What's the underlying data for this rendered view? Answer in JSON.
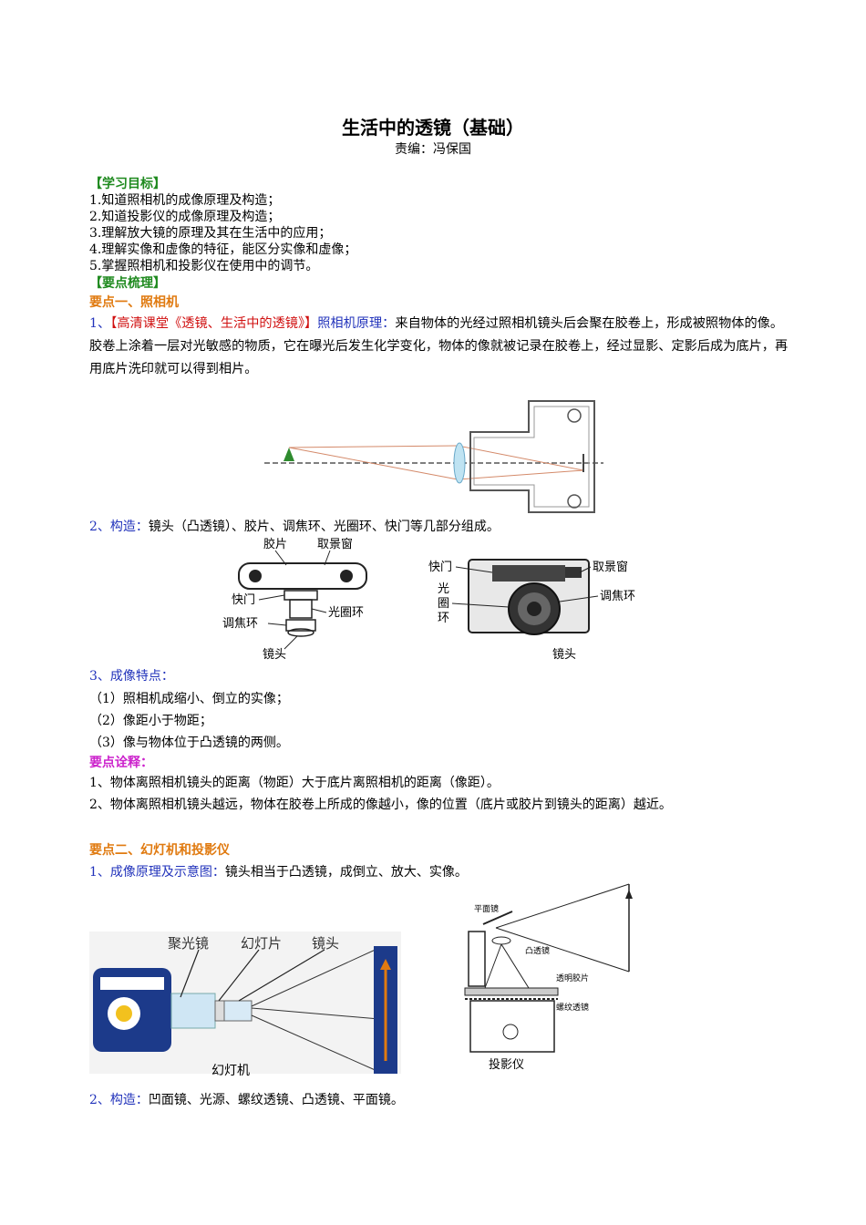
{
  "title": "生活中的透镜（基础）",
  "editor": "责编：冯保国",
  "goals": {
    "heading": "【学习目标】",
    "items": [
      "1.知道照相机的成像原理及构造；",
      "2.知道投影仪的成像原理及构造；",
      "3.理解放大镜的原理及其在生活中的应用；",
      "4.理解实像和虚像的特征，能区分实像和虚像；",
      "5.掌握照相机和投影仪在使用中的调节。"
    ]
  },
  "summary_heading": "【要点梳理】",
  "point1": {
    "heading": "要点一、照相机",
    "item1": {
      "num": "1、",
      "link_open": "【",
      "link": "高清课堂《透镜、生活中的透镜》",
      "link_close": "】",
      "label": "照相机原理：",
      "text": "来自物体的光经过照相机镜头后会聚在胶卷上，形成被照物体的像。胶卷上涂着一层对光敏感的物质，它在曝光后发生化学变化，物体的像就被记录在胶卷上，经过显影、定影后成为底片，再用底片洗印就可以得到相片。"
    },
    "item2": {
      "label": "2、构造：",
      "text": "镜头（凸透镜）、胶片、调焦环、光圈环、快门等几部分组成。"
    },
    "diagram_left": {
      "film": "胶片",
      "viewfinder": "取景窗",
      "shutter": "快门",
      "aperture": "光圈环",
      "focus": "调焦环",
      "lens": "镜头"
    },
    "diagram_right": {
      "shutter": "快门",
      "aperture": "光圈环",
      "viewfinder": "取景窗",
      "focus": "调焦环",
      "lens": "镜头"
    },
    "item3": {
      "label": "3、成像特点：",
      "lines": [
        "（1）照相机成缩小、倒立的实像；",
        "（2）像距小于物距；",
        "（3）像与物体位于凸透镜的两侧。"
      ]
    },
    "notes": {
      "heading": "要点诠释：",
      "lines": [
        "1、物体离照相机镜头的距离（物距）大于底片离照相机的距离（像距）。",
        "2、物体离照相机镜头越远，物体在胶卷上所成的像越小，像的位置（底片或胶片到镜头的距离）越近。"
      ]
    }
  },
  "point2": {
    "heading": "要点二、幻灯机和投影仪",
    "item1": {
      "label": "1、成像原理及示意图：",
      "text": "镜头相当于凸透镜，成倒立、放大、实像。"
    },
    "slide": {
      "condenser": "聚光镜",
      "slide": "幻灯片",
      "lens": "镜头",
      "caption": "幻灯机"
    },
    "projector": {
      "mirror": "平面镜",
      "convex": "凸透镜",
      "film": "透明胶片",
      "fresnel": "螺纹透镜",
      "caption": "投影仪"
    },
    "item2": {
      "label": "2、构造：",
      "text": "凹面镜、光源、螺纹透镜、凸透镜、平面镜。"
    }
  },
  "colors": {
    "green": "#1f8a1f",
    "orange": "#e07a10",
    "blue": "#2233bb",
    "red": "#d01010",
    "magenta": "#cc22cc"
  }
}
